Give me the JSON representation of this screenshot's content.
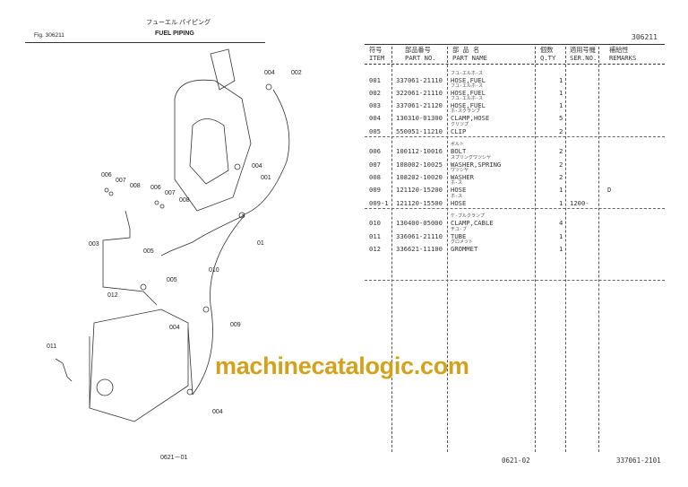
{
  "left_page": {
    "fig": "Fig. 306211",
    "title_jp": "フューエル パイピング",
    "title": "FUEL PIPING",
    "page": "0621－01",
    "callouts": [
      "004",
      "002",
      "004",
      "001",
      "006",
      "007",
      "008",
      "006",
      "007",
      "008",
      "003",
      "005",
      "01",
      "010",
      "005",
      "012",
      "004",
      "009",
      "011",
      "004"
    ]
  },
  "right_page": {
    "fig_no": "306211",
    "headers": [
      {
        "jp": "符号",
        "en": "ITEM"
      },
      {
        "jp": "部品番号",
        "en": "PART NO."
      },
      {
        "jp": "部 品 名",
        "en": "PART NAME"
      },
      {
        "jp": "個数",
        "en": "Q.TY"
      },
      {
        "jp": "適用号機",
        "en": "SER.NO."
      },
      {
        "jp": "補給性",
        "en": "REMARKS"
      }
    ],
    "rows": [
      {
        "item": "001",
        "part_no": "337061-21110",
        "kana": "フユ-エルホ-ス",
        "name": "HOSE,FUEL",
        "qty": "1",
        "ser": "",
        "remarks": ""
      },
      {
        "item": "002",
        "part_no": "322061-21110",
        "kana": "フユ-エルホ-ス",
        "name": "HOSE,FUEL",
        "qty": "1",
        "ser": "",
        "remarks": ""
      },
      {
        "item": "003",
        "part_no": "337061-21120",
        "kana": "フユ-エルホ-ス",
        "name": "HOSE,FUEL",
        "qty": "1",
        "ser": "",
        "remarks": ""
      },
      {
        "item": "004",
        "part_no": "130310-01300",
        "kana": "ホ-スクランプ",
        "name": "CLAMP,HOSE",
        "qty": "5",
        "ser": "",
        "remarks": ""
      },
      {
        "item": "005",
        "part_no": "550051-11210",
        "kana": "クリツプ",
        "name": "CLIP",
        "qty": "2",
        "ser": "",
        "remarks": ""
      },
      {
        "item": "006",
        "part_no": "100112-10016",
        "kana": "ボルト",
        "name": "BOLT",
        "qty": "2",
        "ser": "",
        "remarks": ""
      },
      {
        "item": "007",
        "part_no": "108002-10025",
        "kana": "スプリングワツシヤ",
        "name": "WASHER,SPRING",
        "qty": "2",
        "ser": "",
        "remarks": ""
      },
      {
        "item": "008",
        "part_no": "108202-10020",
        "kana": "ワツシヤ",
        "name": "WASHER",
        "qty": "2",
        "ser": "",
        "remarks": ""
      },
      {
        "item": "009",
        "part_no": "121120-15200",
        "kana": "ホ-ス",
        "name": "HOSE",
        "qty": "1",
        "ser": "",
        "remarks": "D"
      },
      {
        "item": "009-1",
        "part_no": "121120-15500",
        "kana": "ホ-ス",
        "name": "HOSE",
        "qty": "1",
        "ser": "1200-",
        "remarks": ""
      },
      {
        "item": "010",
        "part_no": "130400-05000",
        "kana": "ケ-ブルクランプ",
        "name": "CLAMP,CABLE",
        "qty": "4",
        "ser": "",
        "remarks": ""
      },
      {
        "item": "011",
        "part_no": "336061-21110",
        "kana": "チユ-ブ",
        "name": "TUBE",
        "qty": "1",
        "ser": "",
        "remarks": ""
      },
      {
        "item": "012",
        "part_no": "336621-11100",
        "kana": "グロメツト",
        "name": "GROMMET",
        "qty": "1",
        "ser": "",
        "remarks": ""
      }
    ],
    "page": "0621-02",
    "ref": "337061-2101"
  },
  "watermark": "machinecatalogic.com"
}
